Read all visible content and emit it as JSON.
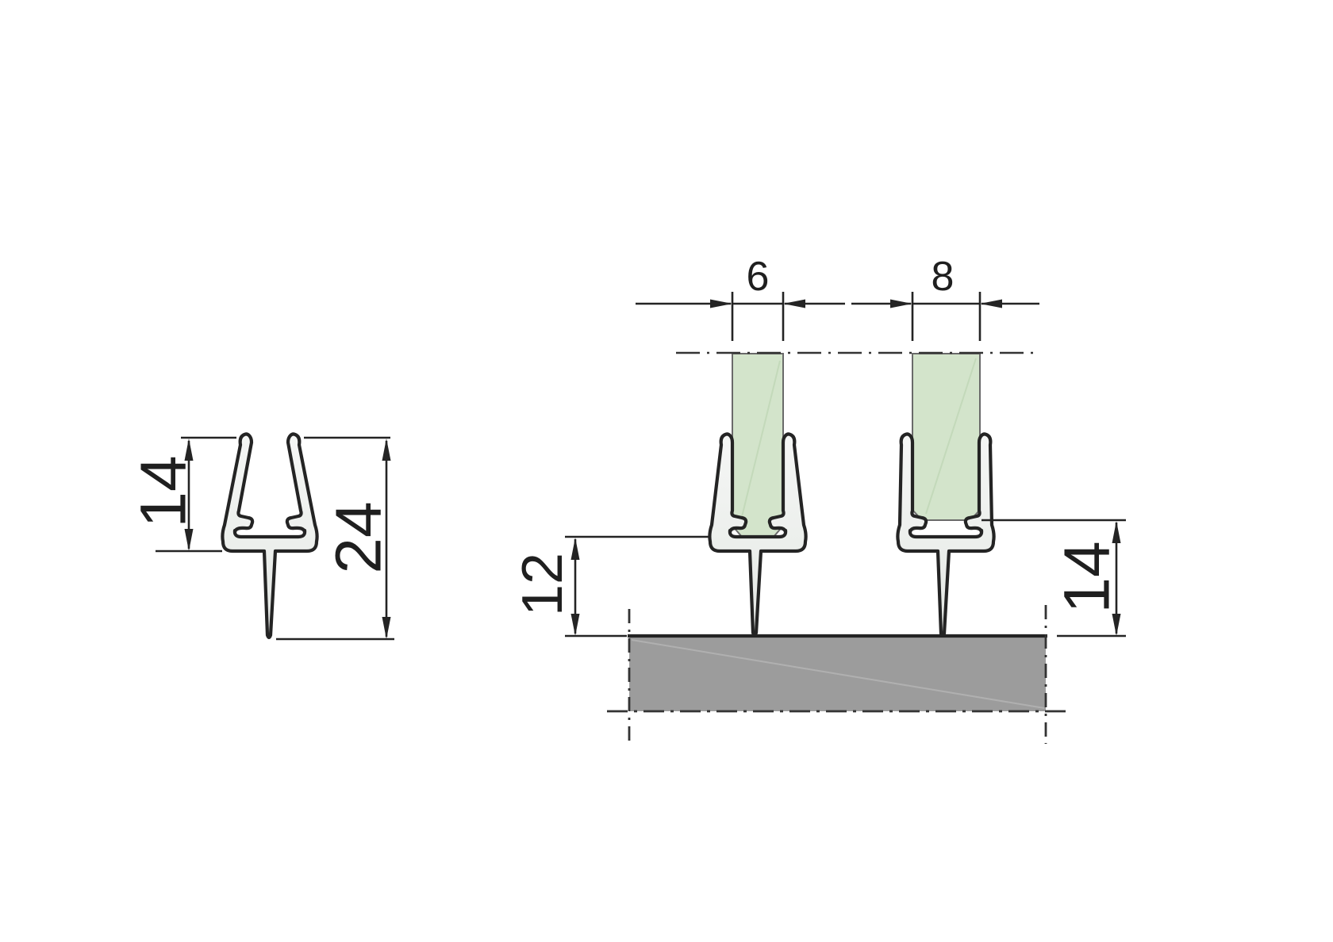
{
  "drawing": {
    "type": "technical-cross-section",
    "left_profile": {
      "lip_height_label": "14",
      "total_height_label": "24"
    },
    "right_assembly": {
      "glass_thickness_left_label": "6",
      "glass_thickness_right_label": "8",
      "floor_gap_left_label": "12",
      "floor_gap_right_label": "14"
    },
    "colors": {
      "line": "#242424",
      "seal_fill": "#eef0ee",
      "glass_green": "#d3e4cb",
      "glass_edge": "#6a6a6a",
      "threshold_gray": "#9c9c9c",
      "centerline": "#333333"
    }
  }
}
